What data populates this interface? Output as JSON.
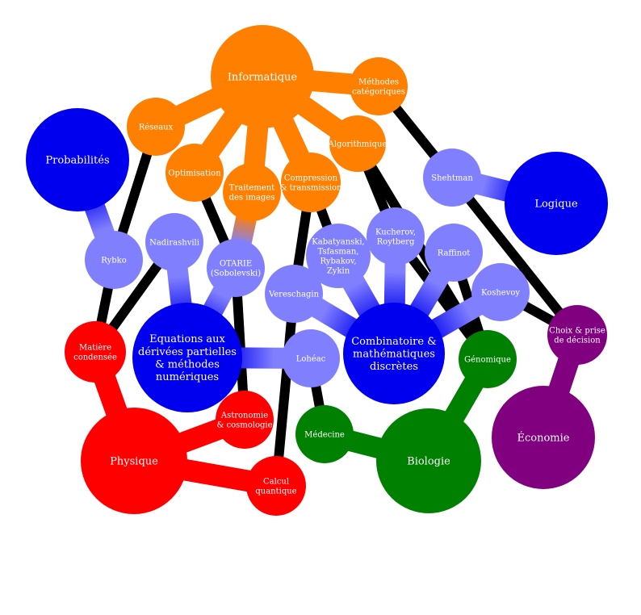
{
  "colors": {
    "informatique": "#ff8000",
    "physique": "#ff0000",
    "biologie": "#008000",
    "economie": "#800080",
    "maths": "#0000ee",
    "people": "#8080ff",
    "link": "#000000",
    "text": "#ffffff"
  },
  "nodes": [
    {
      "id": "informatique",
      "lines": [
        "Informatique"
      ],
      "group": "informatique"
    },
    {
      "id": "methodes-categoriques",
      "lines": [
        "Méthodes",
        "catégoriques"
      ],
      "group": "informatique"
    },
    {
      "id": "reseaux",
      "lines": [
        "Réseaux"
      ],
      "group": "informatique"
    },
    {
      "id": "algorithmique",
      "lines": [
        "Algorithmique"
      ],
      "group": "informatique"
    },
    {
      "id": "optimisation",
      "lines": [
        "Optimisation"
      ],
      "group": "informatique"
    },
    {
      "id": "traitement-des-images",
      "lines": [
        "Traitement",
        "des images"
      ],
      "group": "informatique"
    },
    {
      "id": "compression-transmission",
      "lines": [
        "Compression",
        "& transmission"
      ],
      "group": "informatique"
    },
    {
      "id": "probabilites",
      "lines": [
        "Probabilités"
      ],
      "group": "maths"
    },
    {
      "id": "logique",
      "lines": [
        "Logique"
      ],
      "group": "maths"
    },
    {
      "id": "equations",
      "lines": [
        "Equations aux",
        "dérivées partielles",
        "& méthodes",
        "numériques"
      ],
      "group": "maths"
    },
    {
      "id": "combinatoire",
      "lines": [
        "Combinatoire &",
        "mathématiques",
        "discrètes"
      ],
      "group": "maths"
    },
    {
      "id": "shehtman",
      "lines": [
        "Shehtman"
      ],
      "group": "people"
    },
    {
      "id": "rybko",
      "lines": [
        "Rybko"
      ],
      "group": "people"
    },
    {
      "id": "nadirashvili",
      "lines": [
        "Nadirashvili"
      ],
      "group": "people"
    },
    {
      "id": "otarie",
      "lines": [
        "OTARIE",
        "(Sobolevski)"
      ],
      "group": "people"
    },
    {
      "id": "kabatyanski",
      "lines": [
        "Kabatyanski,",
        "Tsfasman,",
        "Rybakov,",
        "Zykin"
      ],
      "group": "people"
    },
    {
      "id": "kucherov",
      "lines": [
        "Kucherov,",
        "Roytberg"
      ],
      "group": "people"
    },
    {
      "id": "raffinot",
      "lines": [
        "Raffinot"
      ],
      "group": "people"
    },
    {
      "id": "vereschagin",
      "lines": [
        "Vereschagin"
      ],
      "group": "people"
    },
    {
      "id": "koshevoy",
      "lines": [
        "Koshevoy"
      ],
      "group": "people"
    },
    {
      "id": "loheac",
      "lines": [
        "Lohéac"
      ],
      "group": "people"
    },
    {
      "id": "matiere-condensee",
      "lines": [
        "Matière",
        "condensée"
      ],
      "group": "physique"
    },
    {
      "id": "astronomie",
      "lines": [
        "Astronomie",
        "& cosmologie"
      ],
      "group": "physique"
    },
    {
      "id": "physique",
      "lines": [
        "Physique"
      ],
      "group": "physique"
    },
    {
      "id": "calcul-quantique",
      "lines": [
        "Calcul",
        "quantique"
      ],
      "group": "physique"
    },
    {
      "id": "genomique",
      "lines": [
        "Génomique"
      ],
      "group": "biologie"
    },
    {
      "id": "medecine",
      "lines": [
        "Médecine"
      ],
      "group": "biologie"
    },
    {
      "id": "biologie",
      "lines": [
        "Biologie"
      ],
      "group": "biologie"
    },
    {
      "id": "choix-decision",
      "lines": [
        "Choix & prise",
        "de décision"
      ],
      "group": "economie"
    },
    {
      "id": "economie",
      "lines": [
        "Économie"
      ],
      "group": "economie"
    }
  ],
  "links": [
    [
      "informatique",
      "methodes-categoriques",
      "blob"
    ],
    [
      "informatique",
      "reseaux",
      "blob"
    ],
    [
      "informatique",
      "algorithmique",
      "blob"
    ],
    [
      "informatique",
      "optimisation",
      "blob"
    ],
    [
      "informatique",
      "traitement-des-images",
      "blob"
    ],
    [
      "informatique",
      "compression-transmission",
      "blob"
    ],
    [
      "methodes-categoriques",
      "shehtman",
      "line"
    ],
    [
      "shehtman",
      "logique",
      "blob"
    ],
    [
      "shehtman",
      "choix-decision",
      "line"
    ],
    [
      "probabilites",
      "rybko",
      "blob"
    ],
    [
      "reseaux",
      "rybko",
      "line"
    ],
    [
      "rybko",
      "matiere-condensee",
      "line"
    ],
    [
      "nadirashvili",
      "matiere-condensee",
      "line"
    ],
    [
      "nadirashvili",
      "equations",
      "blob"
    ],
    [
      "optimisation",
      "otarie",
      "line"
    ],
    [
      "traitement-des-images",
      "otarie",
      "blob"
    ],
    [
      "otarie",
      "equations",
      "blob"
    ],
    [
      "otarie",
      "astronomie",
      "line"
    ],
    [
      "compression-transmission",
      "vereschagin",
      "line"
    ],
    [
      "compression-transmission",
      "kabatyanski",
      "line"
    ],
    [
      "kabatyanski",
      "combinatoire",
      "blob"
    ],
    [
      "algorithmique",
      "kucherov",
      "line"
    ],
    [
      "algorithmique",
      "genomique",
      "line"
    ],
    [
      "kucherov",
      "combinatoire",
      "blob"
    ],
    [
      "kucherov",
      "genomique",
      "line"
    ],
    [
      "raffinot",
      "combinatoire",
      "blob"
    ],
    [
      "raffinot",
      "genomique",
      "line"
    ],
    [
      "vereschagin",
      "combinatoire",
      "blob"
    ],
    [
      "vereschagin",
      "calcul-quantique",
      "line"
    ],
    [
      "koshevoy",
      "combinatoire",
      "blob"
    ],
    [
      "koshevoy",
      "choix-decision",
      "line"
    ],
    [
      "loheac",
      "equations",
      "blob"
    ],
    [
      "loheac",
      "medecine",
      "line"
    ],
    [
      "matiere-condensee",
      "physique",
      "blob"
    ],
    [
      "astronomie",
      "physique",
      "blob"
    ],
    [
      "calcul-quantique",
      "physique",
      "blob"
    ],
    [
      "medecine",
      "biologie",
      "blob"
    ],
    [
      "genomique",
      "biologie",
      "blob"
    ],
    [
      "choix-decision",
      "economie",
      "blob"
    ]
  ]
}
